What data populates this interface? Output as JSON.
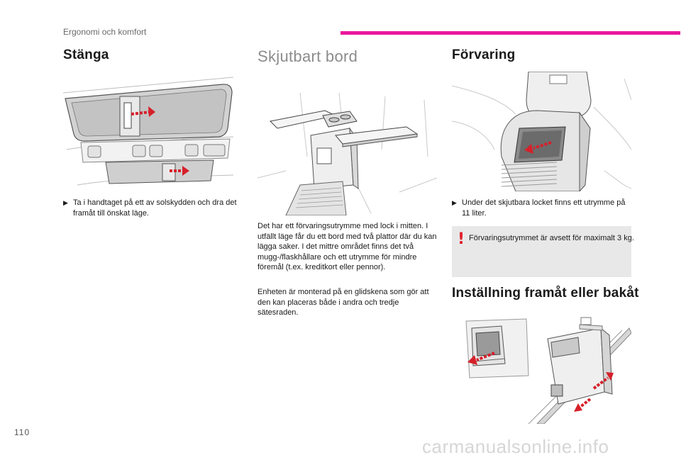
{
  "header": {
    "section_label": "Ergonomi och komfort"
  },
  "left": {
    "title": "Stänga",
    "bullet": "Ta i handtaget på ett av solskydden och dra det framåt till önskat läge."
  },
  "middle": {
    "title": "Skjutbart bord",
    "para1": "Det har ett förvaringsutrymme med lock i mitten. I utfällt läge får du ett bord med två plattor där du kan lägga saker. I det mittre området finns det två mugg-/flaskhållare och ett utrymme för mindre föremål (t.ex. kreditkort eller pennor).",
    "para2": "Enheten är monterad på en glidskena som gör att den kan placeras både i andra och tredje sätesraden."
  },
  "right": {
    "title": "Förvaring",
    "bullet": "Under det skjutbara locket finns ett utrymme på 11 liter.",
    "note": "Förvaringsutrymmet är avsett för maximalt 3 kg.",
    "subtitle": "Inställning framåt eller bakåt"
  },
  "footer": {
    "page_number": "110",
    "watermark": "carmanualsonline.info"
  },
  "icons": {
    "bullet": "arrow-bullet-icon",
    "warning": "exclamation-icon"
  },
  "colors": {
    "accent": "#e8179c",
    "warning": "#e0202a",
    "note_bg": "#e8e8e8",
    "arrow": "#d6202a"
  }
}
